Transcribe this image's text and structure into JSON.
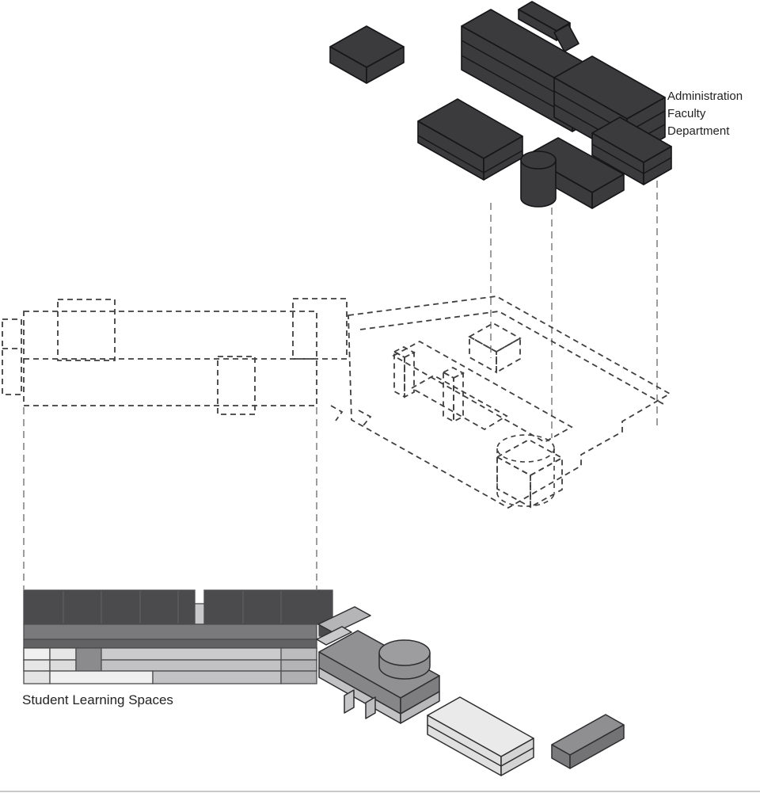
{
  "diagram": {
    "title_hint": "Exploded axonometric building diagram",
    "labels": {
      "admin_lines": [
        "Administration",
        "Faculty",
        "Department"
      ],
      "student": "Student Learning Spaces"
    },
    "colors": {
      "background": "#ffffff",
      "admin_dark": "#3b3b3d",
      "admin_outline": "#161618",
      "wireframe_stroke": "#3f3f3f",
      "leader_stroke": "#9e9e9e",
      "roof_dark": "#4b4b4d",
      "band_medium": "#7a7a7c",
      "band_dark": "#626264",
      "row_light": "#cbcbcd",
      "row_lighter": "#f0f0f0",
      "cell_gray": "#8b8b8d",
      "slab_gray": "#919193",
      "cylinder_gray": "#9d9d9f",
      "box_light": "#eaeaea",
      "bar_gray": "#8f8f91",
      "label_text": "#222222"
    }
  }
}
